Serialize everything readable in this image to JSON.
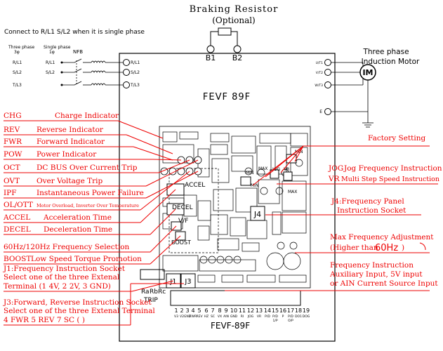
{
  "header": {
    "braking_resistor_line1": "Braking  Resistor",
    "braking_resistor_line2": "(Optional)",
    "single_phase_note": "Connect to R/L1 S/L2 when it is single phase",
    "b1": "B1",
    "b2": "B2"
  },
  "supply": {
    "three_phase": "Three phase",
    "three_phase_sym": "3φ",
    "single_phase": "Single phase",
    "single_phase_sym": "1φ",
    "nfb": "NFB",
    "rows": [
      {
        "left": "R/L1",
        "mid": "R/L1",
        "term": "R/L1"
      },
      {
        "left": "S/L2",
        "mid": "S/L2",
        "term": "S/L2"
      },
      {
        "left": "T/L3",
        "mid": "",
        "term": "T/L3"
      }
    ]
  },
  "motor": {
    "title_line1": "Three phase",
    "title_line2": "Induction Motor",
    "symbol": "IM",
    "terminals": [
      "U/T1",
      "V/T2",
      "W/T3"
    ],
    "ground": "E"
  },
  "device": {
    "model_top": "FEVF 89F",
    "model_bottom": "FEVF-89F"
  },
  "board": {
    "labels": {
      "accel": "ACCEL",
      "decel": "DECEL",
      "vf": "V/F",
      "boost": "BOOST",
      "j1": "J1",
      "j3": "J3",
      "j4": "J4",
      "ra": "Ra",
      "rb": "Rb",
      "rc": "Rc",
      "trip": "TRIP",
      "jog": "JOG",
      "vr": "VR",
      "min1": "MIN",
      "max1": "MAX",
      "min2": "MIN",
      "max2": "MAX",
      "min3": "MIN"
    },
    "terminal_numbers": [
      "1",
      "2",
      "3",
      "4",
      "5",
      "6",
      "7",
      "8",
      "9",
      "10",
      "11",
      "12",
      "13",
      "14",
      "15",
      "16",
      "17",
      "18",
      "19"
    ],
    "terminal_names": [
      "V3",
      "V2",
      "GND",
      "FWR",
      "REV",
      "HZ",
      "SC",
      "VX",
      "AIN",
      "GND",
      "RI",
      "JOG",
      "VR",
      "P/D",
      "P/D",
      "P",
      "P/D",
      "DO1",
      "DOG"
    ],
    "terminal_extra": [
      "1/P",
      "O/P"
    ]
  },
  "left_labels": [
    {
      "code": "CHG",
      "text": "Charge Indicator"
    },
    {
      "code": "REV",
      "text": "Reverse Indicator"
    },
    {
      "code": "FWR",
      "text": "Forward Indicator"
    },
    {
      "code": "POW",
      "text": "Power Indicator"
    },
    {
      "code": "OCT",
      "text": "DC BUS Over Current Trip"
    },
    {
      "code": "OVT",
      "text": "Over Voltage Trip"
    },
    {
      "code": "IPF",
      "text": "Instantaneous Power Failure"
    },
    {
      "code": "OL/OTT",
      "text": "Motor Overload, Inverter Over Temperature"
    },
    {
      "code": "ACCEL",
      "text": "Acceleration Time"
    },
    {
      "code": "DECEL",
      "text": "Deceleration Time"
    },
    {
      "code": "",
      "text": "60Hz/120Hz Frequency Selection"
    },
    {
      "code": "BOOST",
      "text": "Low Speed Torque Promotion"
    }
  ],
  "j1_note": {
    "line1": "J1:Frequency Instruction Socket",
    "line2": "Select one of the three Extenal",
    "line3": "Terminal (1 4V, 2 2V, 3 GND)"
  },
  "j3_note": {
    "line1": "J3:Forward, Reverse Instruction Socket",
    "line2": "Select one of the three Extenal Terminal",
    "line3": "4 FWR  5 REV  7 SC  (   )"
  },
  "right_labels": {
    "factory": "Factory Setting",
    "jog_code": "JOG",
    "jog_text": "Jog Frequency Instruction",
    "vr_code": "VR",
    "vr_text": "Multi Step Speed  Instruction",
    "j4_line1": "J4:Frequency Panel",
    "j4_line2": "Instruction Socket",
    "maxf_line1": "Max Frequency Adjustment",
    "maxf_line2a": "(Higher than ",
    "maxf_line2b": "60Hz",
    "maxf_line2c": ")",
    "aux_line1": "Frequency Instruction",
    "aux_line2": "Auxiliary Input, 5V input",
    "aux_line3": "or AIN Current Source Input"
  },
  "colors": {
    "accent": "#e00000",
    "line": "#000000"
  }
}
